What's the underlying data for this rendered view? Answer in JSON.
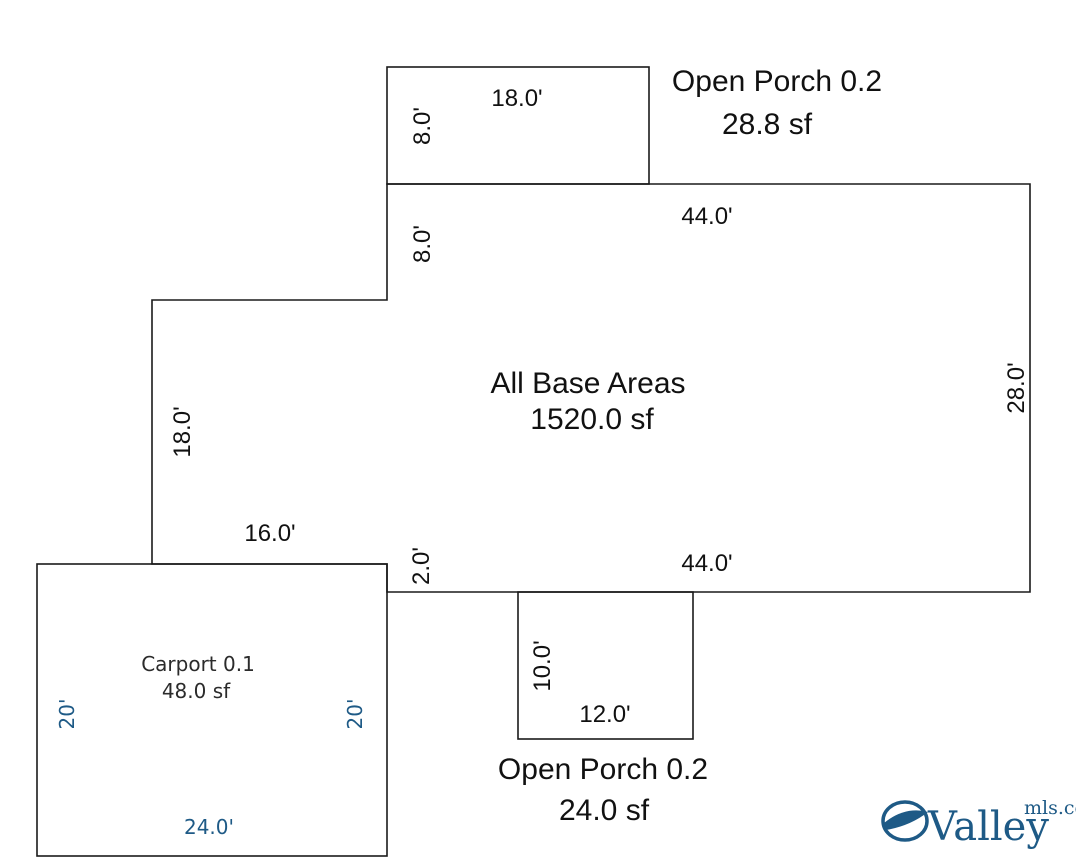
{
  "top_porch": {
    "title": "Open Porch 0.2",
    "area": "28.8 sf",
    "width_label": "18.0'",
    "depth_label": "8.0'"
  },
  "base": {
    "title": "All Base Areas",
    "area": "1520.0 sf",
    "top_label": "44.0'",
    "left_step_label": "8.0'",
    "right_label": "28.0'",
    "left_label": "18.0'",
    "step_width_label": "16.0'",
    "jog_label": "2.0'",
    "bottom_label": "44.0'"
  },
  "carport": {
    "title": "Carport 0.1",
    "area": "48.0 sf",
    "left_label": "20'",
    "right_label": "20'",
    "bottom_label": "24.0'"
  },
  "bottom_porch": {
    "title": "Open Porch 0.2",
    "area": "24.0 sf",
    "depth_label": "10.0'",
    "width_label": "12.0'"
  },
  "logo": {
    "name": "Valley",
    "suffix": "mls.com"
  },
  "colors": {
    "outline": "#1a1a1a",
    "dimension_text": "#111111",
    "carport_dimension_text": "#1e5a86",
    "logo": "#1e5a86"
  }
}
